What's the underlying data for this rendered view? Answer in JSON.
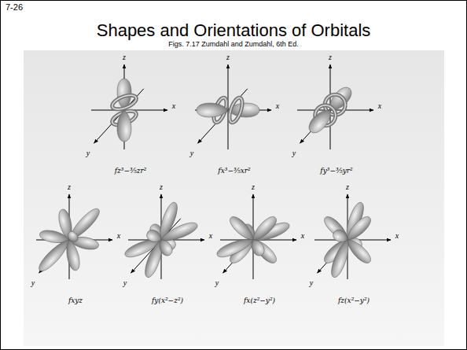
{
  "diagram": {
    "title": "Shapes and Orientations of Orbitals",
    "labels": [
      "7-26",
      "Figs. 7.17 Zumdahl and Zumdahl, 6th Ed.",
      "z",
      "x",
      "y",
      "fz³−⅗zr²",
      "z",
      "x",
      "y",
      "fx³−⅗xr²",
      "z",
      "x",
      "y",
      "fy³−⅗yr²",
      "z",
      "x",
      "y",
      "fxyz",
      "z",
      "x",
      "y",
      "fy(x²−z²)",
      "z",
      "x",
      "y",
      "fx(z²−y²)",
      "z",
      "x",
      "y",
      "fz(x²−y²)"
    ]
  }
}
